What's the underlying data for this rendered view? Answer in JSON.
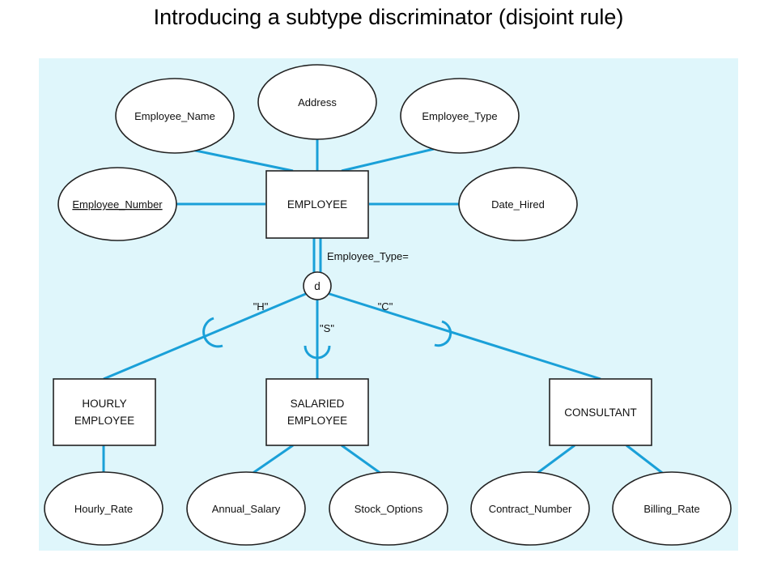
{
  "title": "Introducing a subtype discriminator (disjoint rule)",
  "colors": {
    "background_panel": "#dff6fb",
    "connector": "#1aa0d8",
    "outline": "#222222"
  },
  "supertype": {
    "name": "EMPLOYEE",
    "attributes": {
      "employee_name": "Employee_Name",
      "address": "Address",
      "employee_type": "Employee_Type",
      "employee_number": "Employee_Number",
      "date_hired": "Date_Hired"
    },
    "identifier": "Employee_Number"
  },
  "discriminator": {
    "label": "Employee_Type=",
    "symbol": "d",
    "rule": "disjoint"
  },
  "subtypes": {
    "hourly": {
      "name_line1": "HOURLY",
      "name_line2": "EMPLOYEE",
      "discriminator_value": "\"H\"",
      "attributes": [
        "Hourly_Rate"
      ]
    },
    "salaried": {
      "name_line1": "SALARIED",
      "name_line2": "EMPLOYEE",
      "discriminator_value": "\"S\"",
      "attributes": [
        "Annual_Salary",
        "Stock_Options"
      ]
    },
    "consultant": {
      "name": "CONSULTANT",
      "discriminator_value": "\"C\"",
      "attributes": [
        "Contract_Number",
        "Billing_Rate"
      ]
    }
  }
}
